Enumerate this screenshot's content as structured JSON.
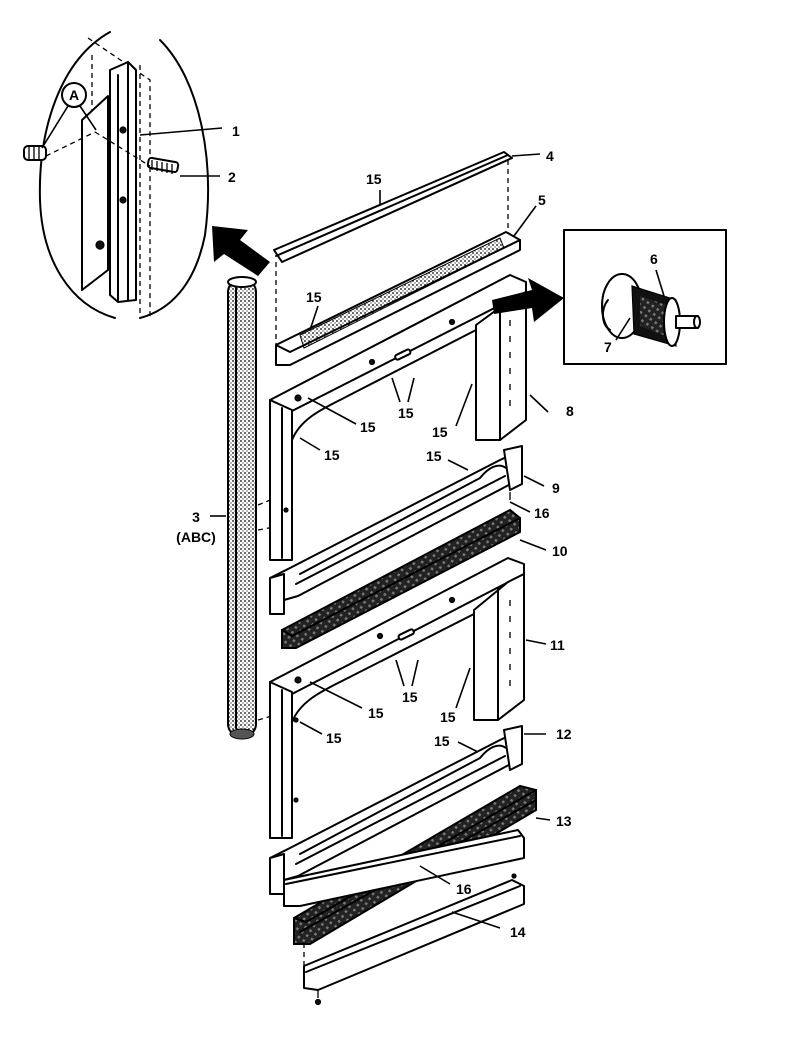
{
  "callouts": {
    "c1": "1",
    "c2": "2",
    "c3": "3",
    "c3_sub": "(ABC)",
    "c4": "4",
    "c5": "5",
    "c6": "6",
    "c7": "7",
    "c8": "8",
    "c9": "9",
    "c10": "10",
    "c11": "11",
    "c12": "12",
    "c13": "13",
    "c14": "14",
    "c15": "15",
    "c16": "16",
    "detail_marker": "A"
  }
}
